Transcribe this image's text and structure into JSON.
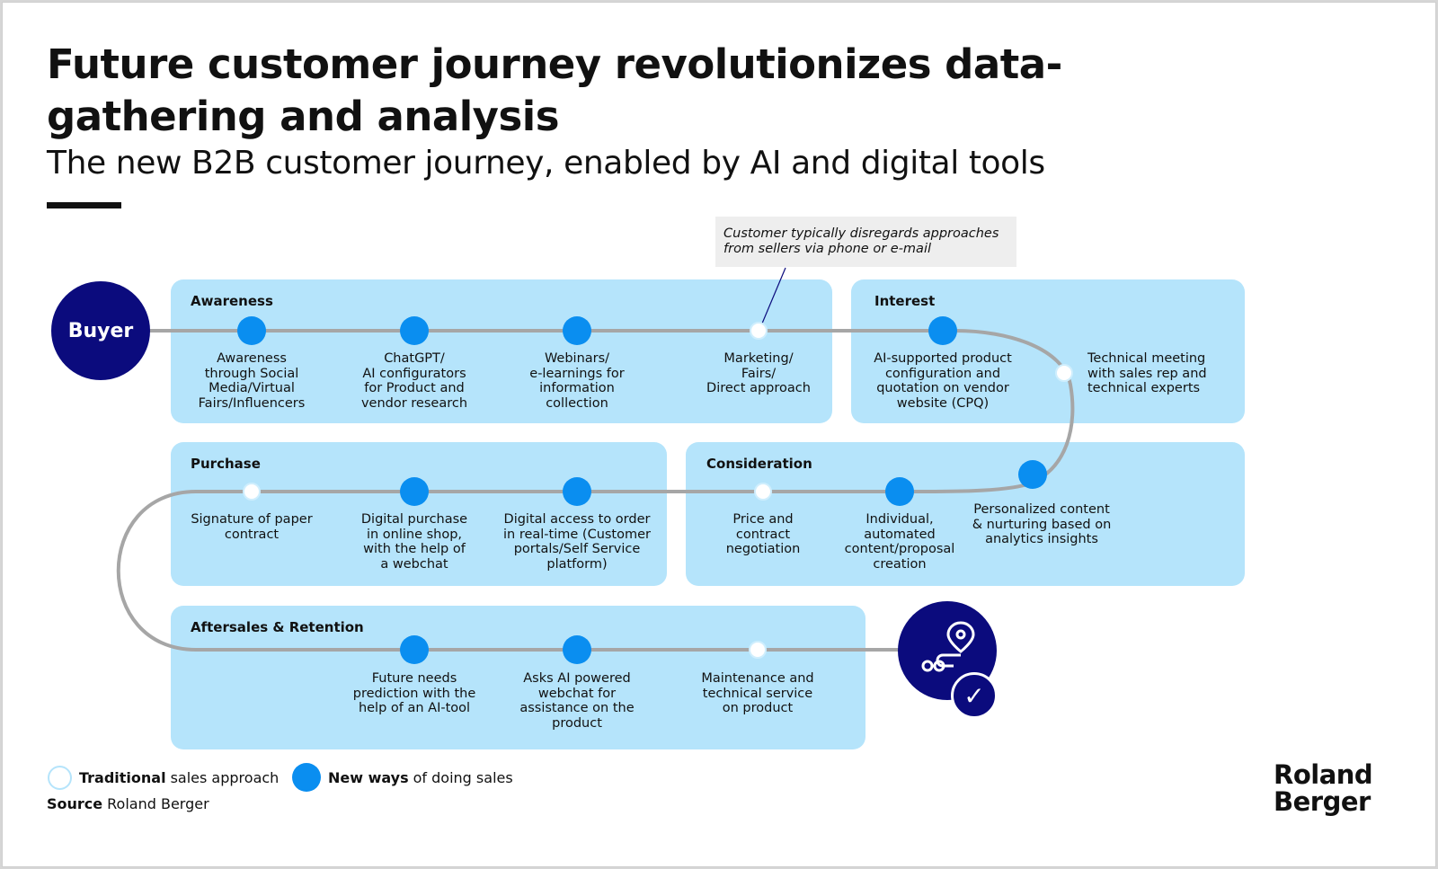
{
  "title": "Future customer journey revolutionizes data-gathering and analysis",
  "subtitle": "The new B2B customer journey, enabled by AI and digital tools",
  "buyer_label": "Buyer",
  "callout": "Customer typically disregards approaches\nfrom sellers via phone or e-mail",
  "colors": {
    "panel": "#b5e4fb",
    "new_dot": "#0a8ef0",
    "traditional_dot": "#ffffff",
    "path_line": "#a6a6a6",
    "dark_navy": "#0b0b7d"
  },
  "stages": [
    {
      "title": "Awareness",
      "steps": [
        {
          "label": "Awareness\nthrough Social\nMedia/Virtual\nFairs/Influencers",
          "type": "new"
        },
        {
          "label": "ChatGPT/\nAI configurators\nfor Product and\nvendor research",
          "type": "new"
        },
        {
          "label": "Webinars/\ne-learnings for\ninformation\ncollection",
          "type": "new"
        },
        {
          "label": "Marketing/\nFairs/\nDirect approach",
          "type": "traditional"
        }
      ]
    },
    {
      "title": "Interest",
      "steps": [
        {
          "label": "AI-supported product\nconfiguration and\nquotation on vendor\nwebsite (CPQ)",
          "type": "new"
        },
        {
          "label": "Technical meeting\nwith sales rep and\ntechnical experts",
          "type": "traditional"
        }
      ]
    },
    {
      "title": "Consideration",
      "steps": [
        {
          "label": "Personalized content\n& nurturing based on\nanalytics insights",
          "type": "new"
        },
        {
          "label": "Individual,\nautomated\ncontent/proposal\ncreation",
          "type": "new"
        },
        {
          "label": "Price and\ncontract\nnegotiation",
          "type": "traditional"
        }
      ]
    },
    {
      "title": "Purchase",
      "steps": [
        {
          "label": "Digital access to order\nin real-time (Customer\nportals/Self Service\nplatform)",
          "type": "new"
        },
        {
          "label": "Digital purchase\nin online shop,\nwith the help of\na webchat",
          "type": "new"
        },
        {
          "label": "Signature of paper\ncontract",
          "type": "traditional"
        }
      ]
    },
    {
      "title": "Aftersales & Retention",
      "steps": [
        {
          "label": "Future needs\nprediction with the\nhelp of an AI-tool",
          "type": "new"
        },
        {
          "label": "Asks AI powered\nwebchat for\nassistance on the\nproduct",
          "type": "new"
        },
        {
          "label": "Maintenance and\ntechnical service\non product",
          "type": "traditional"
        }
      ]
    }
  ],
  "end_icon": "route-checkmark-icon",
  "legend": {
    "traditional_bold": "Traditional",
    "traditional_rest": "sales approach",
    "new_bold": "New ways",
    "new_rest": "of doing sales"
  },
  "source": {
    "label": "Source",
    "value": "Roland Berger"
  },
  "brand": "Roland\nBerger"
}
